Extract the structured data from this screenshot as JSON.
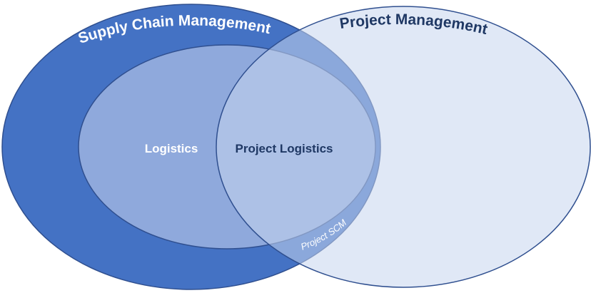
{
  "diagram": {
    "type": "venn",
    "sets": {
      "supply_chain_management": {
        "label": "Supply Chain Management",
        "color": "#4472C4"
      },
      "logistics": {
        "label": "Logistics",
        "color": "#8FA9DC"
      },
      "project_management": {
        "label": "Project Management",
        "color": "#C2D1EB"
      }
    },
    "intersections": {
      "project_logistics": {
        "label": "Project Logistics",
        "color": "#A9BCE4"
      },
      "project_scm": {
        "label": "Project SCM",
        "color": "#8FA9DC"
      }
    },
    "colors": {
      "outline": "#2F4F8F",
      "dark_text": "#1F3864",
      "light_text": "#FFFFFF"
    }
  }
}
